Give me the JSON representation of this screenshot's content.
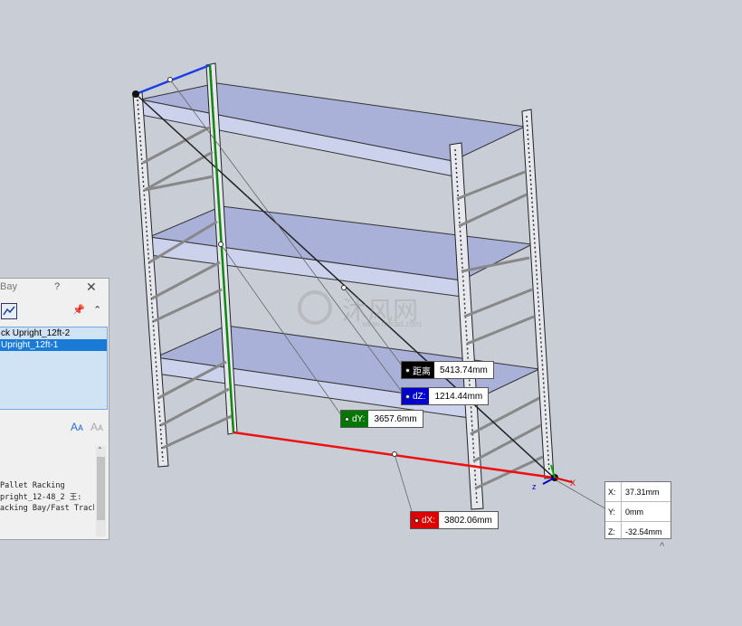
{
  "measurements": {
    "distance": {
      "label": "距离",
      "value": "5413.74mm",
      "color": "#000000"
    },
    "dz": {
      "label": "dZ:",
      "value": "1214.44mm",
      "color": "#0000cc"
    },
    "dy": {
      "label": "dY:",
      "value": "3657.6mm",
      "color": "#007700"
    },
    "dx": {
      "label": "dX:",
      "value": "3802.06mm",
      "color": "#dd0000"
    }
  },
  "coordinates": {
    "x": {
      "label": "X:",
      "value": "37.31mm"
    },
    "y": {
      "label": "Y:",
      "value": "0mm"
    },
    "z": {
      "label": "Z:",
      "value": "-32.54mm"
    }
  },
  "triad": {
    "x_label": "X",
    "z_label": "z"
  },
  "panel": {
    "title": "Bay",
    "help_label": "?",
    "close_label": "✕",
    "pin_icon": "pin-icon",
    "collapse_icon": "chevron-up-icon",
    "list_items": [
      "ck Upright_12ft-2",
      "Upright_12ft-1"
    ],
    "text_lines": [
      "Pallet Racking",
      "pright_12-48_2 王:",
      "acking Bay/Fast Track"
    ]
  },
  "watermark": {
    "text": "沐风网",
    "sub": "www.mfcad.com"
  }
}
